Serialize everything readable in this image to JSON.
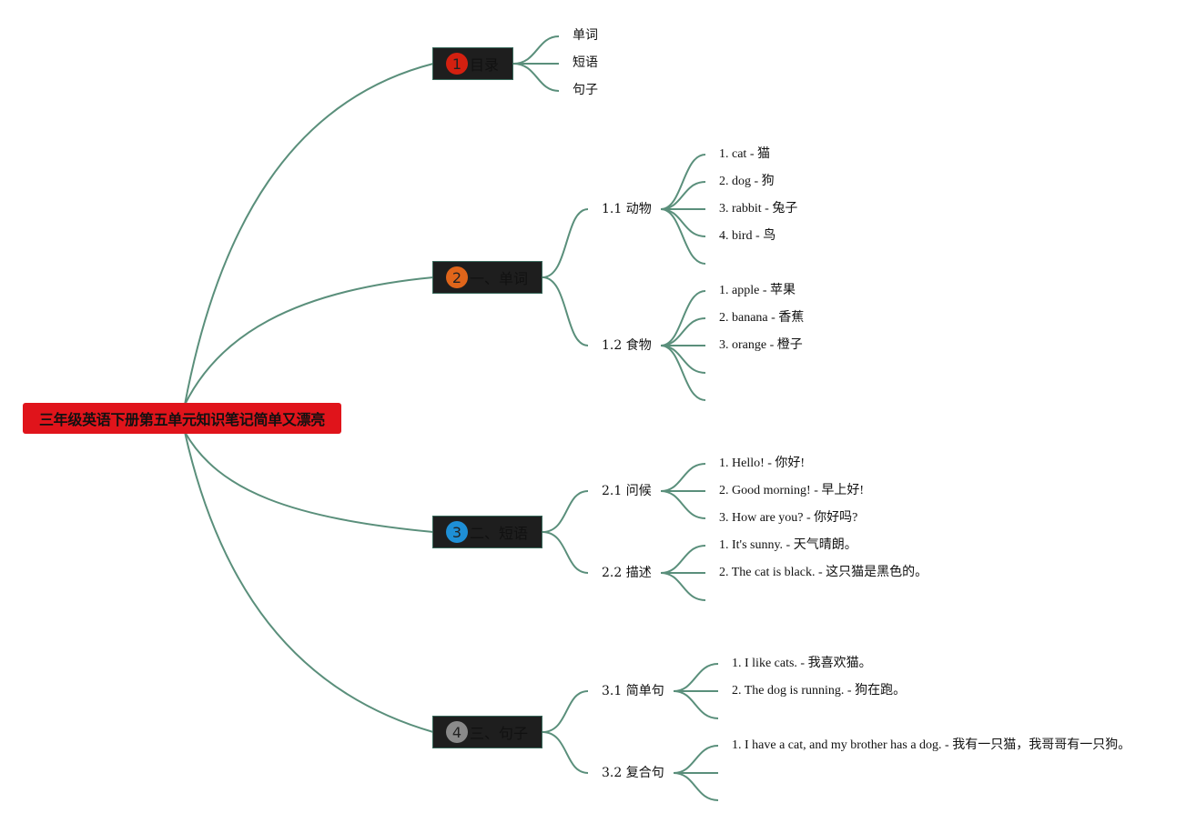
{
  "root": {
    "label": "三年级英语下册第五单元知识笔记简单又漂亮",
    "color": "#e0141b"
  },
  "link_color": "#5a8f7b",
  "sections": [
    {
      "num": "1",
      "label": "目录",
      "badge_color": "#d42010",
      "items": [
        "单词",
        "短语",
        "句子"
      ]
    },
    {
      "num": "2",
      "label": "一、单词",
      "badge_color": "#e0651a",
      "groups": [
        {
          "label": "1.1 动物",
          "items": [
            "1. cat - 猫",
            "2. dog - 狗",
            "3. rabbit - 兔子",
            "4. bird - 鸟"
          ]
        },
        {
          "label": "1.2 食物",
          "items": [
            "1. apple - 苹果",
            "2. banana - 香蕉",
            "3. orange - 橙子"
          ]
        }
      ]
    },
    {
      "num": "3",
      "label": "二、短语",
      "badge_color": "#1e8fd6",
      "groups": [
        {
          "label": "2.1 问候",
          "items": [
            "1. Hello! - 你好!",
            "2. Good morning! - 早上好!",
            "3. How are you? - 你好吗?"
          ]
        },
        {
          "label": "2.2 描述",
          "items": [
            "1. It's sunny. - 天气晴朗。",
            "2. The cat is black. - 这只猫是黑色的。"
          ]
        }
      ]
    },
    {
      "num": "4",
      "label": "三、句子",
      "badge_color": "#8a8a8a",
      "groups": [
        {
          "label": "3.1 简单句",
          "items": [
            "1. I like cats. - 我喜欢猫。",
            "2. The dog is running. - 狗在跑。"
          ]
        },
        {
          "label": "3.2 复合句",
          "items": [
            "1. I have a cat, and my brother has a dog. - 我有一只猫，我哥哥有一只狗。"
          ]
        }
      ]
    }
  ]
}
